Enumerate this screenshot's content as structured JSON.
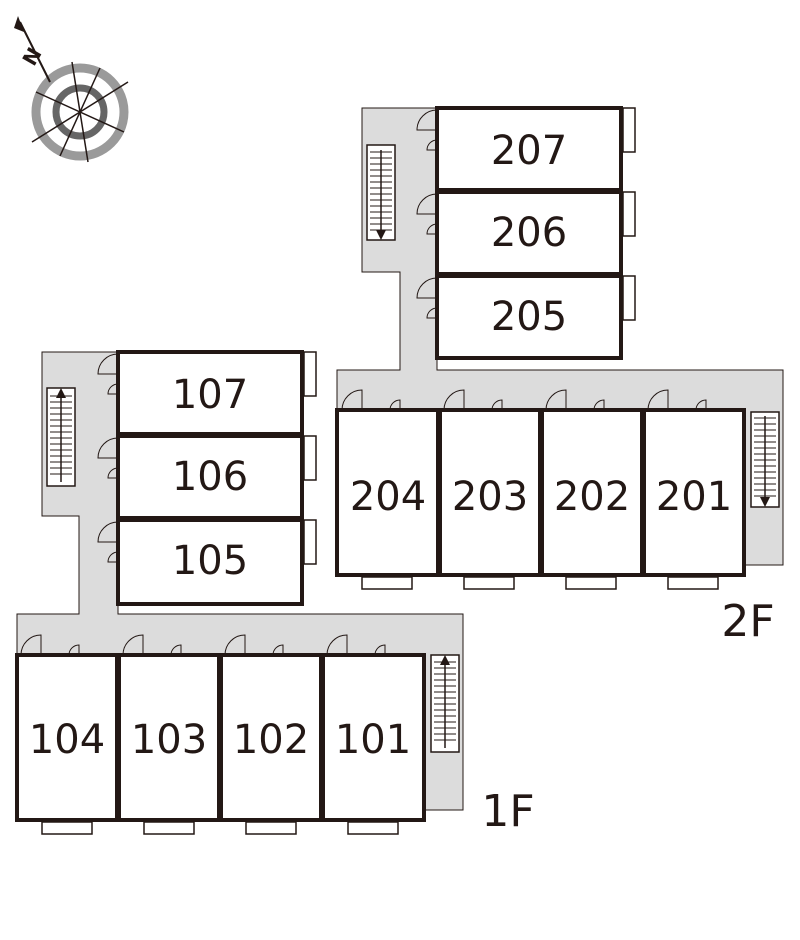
{
  "colors": {
    "corridor": "#dcdcdc",
    "wall": "#231815",
    "room_fill": "#ffffff",
    "compass_ring": "#888888"
  },
  "compass": {
    "north_label": "N",
    "icon": "compass-icon"
  },
  "floor2": {
    "label": "2F",
    "rooms_upper": [
      "207",
      "206",
      "205"
    ],
    "rooms_row": [
      "204",
      "203",
      "202",
      "201"
    ]
  },
  "floor1": {
    "label": "1F",
    "rooms_upper": [
      "107",
      "106",
      "105"
    ],
    "rooms_row": [
      "104",
      "103",
      "102",
      "101"
    ]
  }
}
